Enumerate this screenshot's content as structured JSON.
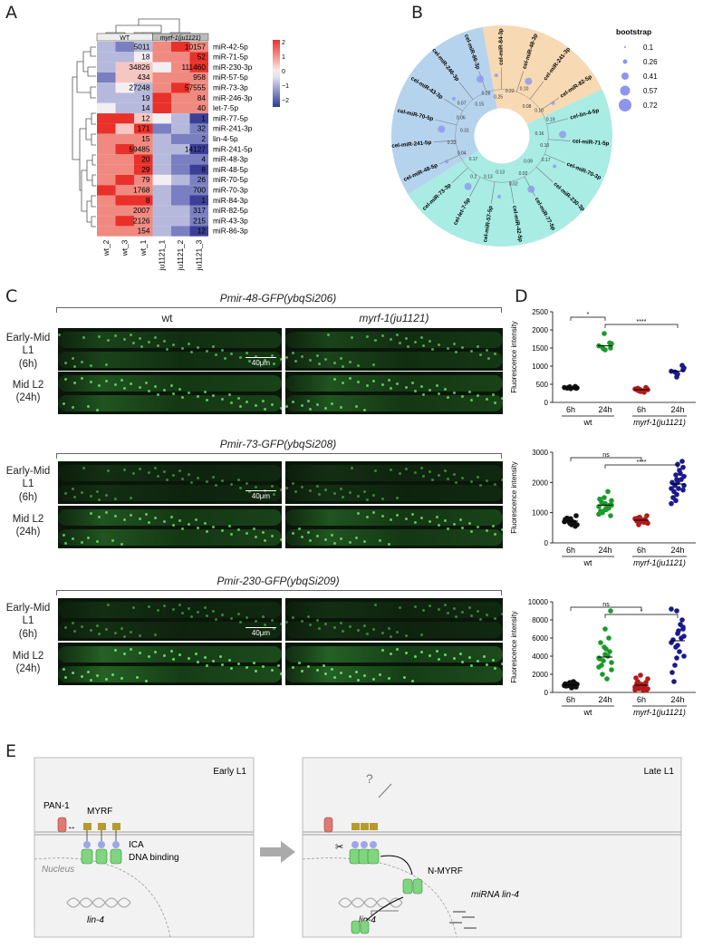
{
  "panels": {
    "a": "A",
    "b": "B",
    "c": "C",
    "d": "D",
    "e": "E"
  },
  "panelA": {
    "group_wt": "WT",
    "group_mut": "myrf-1(ju1121)",
    "legend_ticks": [
      "2",
      "1",
      "0",
      "−1",
      "−2"
    ],
    "columns": [
      "wt_2",
      "wt_3",
      "wt_1",
      "ju1121_1",
      "ju1121_2",
      "ju1121_3"
    ],
    "rows": [
      {
        "name": "miR-42-5p",
        "wt": "5011",
        "mut": "10157"
      },
      {
        "name": "miR-71-5p",
        "wt": "18",
        "mut": "52"
      },
      {
        "name": "miR-230-3p",
        "wt": "34826",
        "mut": "111460"
      },
      {
        "name": "miR-57-5p",
        "wt": "434",
        "mut": "958"
      },
      {
        "name": "miR-73-3p",
        "wt": "27248",
        "mut": "57555"
      },
      {
        "name": "miR-246-3p",
        "wt": "19",
        "mut": "84"
      },
      {
        "name": "let-7-5p",
        "wt": "14",
        "mut": "40"
      },
      {
        "name": "miR-77-5p",
        "wt": "12",
        "mut": "1"
      },
      {
        "name": "miR-241-3p",
        "wt": "171",
        "mut": "32"
      },
      {
        "name": "lin-4-5p",
        "wt": "15",
        "mut": "2"
      },
      {
        "name": "miR-241-5p",
        "wt": "59485",
        "mut": "14127"
      },
      {
        "name": "miR-48-3p",
        "wt": "20",
        "mut": "4"
      },
      {
        "name": "miR-48-5p",
        "wt": "29",
        "mut": "8"
      },
      {
        "name": "miR-70-5p",
        "wt": "79",
        "mut": "26"
      },
      {
        "name": "miR-70-3p",
        "wt": "1768",
        "mut": "700"
      },
      {
        "name": "miR-84-3p",
        "wt": "8",
        "mut": "1"
      },
      {
        "name": "miR-82-5p",
        "wt": "2007",
        "mut": "317"
      },
      {
        "name": "miR-43-3p",
        "wt": "2126",
        "mut": "215"
      },
      {
        "name": "miR-86-3p",
        "wt": "154",
        "mut": "12"
      }
    ]
  },
  "panelB": {
    "legend_title": "bootstrap",
    "legend_values": [
      "0.1",
      "0.26",
      "0.41",
      "0.57",
      "0.72"
    ],
    "leaves": [
      "cel-miR-84-3p",
      "cel-miR-48-3p",
      "cel-miR-241-3p",
      "cel-miR-82-5p",
      "cel-lin-4-5p",
      "cel-miR-71-5p",
      "cel-miR-70-3p",
      "cel-miR-230-3p",
      "cel-miR-77-5p",
      "cel-miR-42-5p",
      "cel-miR-57-5p",
      "cel-let-7-5p",
      "cel-miR-73-3p",
      "cel-miR-48-5p",
      "cel-miR-241-5p",
      "cel-miR-70-5p",
      "cel-miR-43-3p",
      "cel-miR-246-3p",
      "cel-miR-86-3p"
    ],
    "node_values": [
      "0.25",
      "0.22",
      "0.10",
      "0.08",
      "0.10",
      "0.19",
      "0.16",
      "0.10",
      "0.17",
      "0.09",
      "0.02",
      "0.02",
      "0.13",
      "0.13",
      "0.2",
      "0.17",
      "0.04",
      "0.33",
      "0.31",
      "0.06",
      "0.07",
      "0.15",
      "0.28"
    ]
  },
  "panelC": {
    "col_wt": "wt",
    "col_mut": "myrf-1(ju1121)",
    "scale_label": "40μm",
    "stages": [
      {
        "line1": "Early-Mid",
        "line2": "L1",
        "line3": "(6h)"
      },
      {
        "line1": "Mid L2",
        "line2": "(24h)"
      }
    ],
    "reporters": [
      "Pmir-48-GFP(ybqSi206)",
      "Pmir-73-GFP(ybqSi208)",
      "Pmir-230-GFP(ybqSi209)"
    ]
  },
  "chart_data": [
    {
      "type": "scatter",
      "title": "",
      "ylabel": "Fluorescence intensity",
      "ylim": [
        0,
        2500
      ],
      "yticks": [
        "0",
        "500",
        "1000",
        "1500",
        "2000",
        "2500"
      ],
      "categories": [
        "6h",
        "24h",
        "6h",
        "24h"
      ],
      "groups": [
        "wt",
        "myrf-1(ju1121)"
      ],
      "colors": [
        "#111111",
        "#1a9a2a",
        "#b31b1b",
        "#1a1a8c"
      ],
      "series": [
        {
          "values": [
            410,
            380,
            400,
            430,
            390,
            420,
            440,
            400,
            410,
            395
          ]
        },
        {
          "values": [
            1560,
            1450,
            1620,
            1900,
            1500,
            1480,
            1640,
            1520
          ]
        },
        {
          "values": [
            370,
            330,
            350,
            300,
            380,
            360,
            410,
            320,
            340,
            390,
            280,
            350
          ]
        },
        {
          "values": [
            860,
            780,
            950,
            700,
            900,
            820,
            1020,
            840
          ]
        }
      ],
      "means": [
        405,
        1560,
        350,
        860
      ],
      "significance": [
        {
          "pair": [
            0,
            1
          ],
          "label": "*"
        },
        {
          "pair": [
            1,
            3
          ],
          "label": "****"
        }
      ]
    },
    {
      "type": "scatter",
      "title": "",
      "ylabel": "Fluorescence intensity",
      "ylim": [
        0,
        3000
      ],
      "yticks": [
        "0",
        "1000",
        "2000",
        "3000"
      ],
      "categories": [
        "6h",
        "24h",
        "6h",
        "24h"
      ],
      "groups": [
        "wt",
        "myrf-1(ju1121)"
      ],
      "colors": [
        "#111111",
        "#1a9a2a",
        "#b31b1b",
        "#1a1a8c"
      ],
      "series": [
        {
          "values": [
            700,
            800,
            600,
            650,
            900,
            750,
            550,
            720,
            680,
            820,
            640,
            760,
            700,
            780,
            600
          ]
        },
        {
          "values": [
            1200,
            1100,
            1400,
            1500,
            900,
            1300,
            1250,
            1000,
            1150,
            1350,
            1700,
            1050,
            1200,
            1450,
            1100,
            950,
            1300,
            1250
          ]
        },
        {
          "values": [
            800,
            700,
            650,
            750,
            900,
            850,
            700,
            600,
            780,
            820,
            680,
            720,
            760,
            790
          ]
        },
        {
          "values": [
            1800,
            2000,
            2200,
            1600,
            2500,
            1400,
            2700,
            1900,
            2100,
            1700,
            2300,
            1500,
            2400,
            2000,
            1800,
            1300,
            2600,
            1900,
            2100,
            1750,
            2250
          ]
        }
      ],
      "means": [
        720,
        1250,
        750,
        1950
      ],
      "significance": [
        {
          "pair": [
            0,
            2
          ],
          "label": "ns"
        },
        {
          "pair": [
            1,
            3
          ],
          "label": "****"
        }
      ]
    },
    {
      "type": "scatter",
      "title": "",
      "ylabel": "Fluorescence intensity",
      "ylim": [
        0,
        10000
      ],
      "yticks": [
        "0",
        "2000",
        "4000",
        "6000",
        "8000",
        "10000"
      ],
      "categories": [
        "6h",
        "24h",
        "6h",
        "24h"
      ],
      "groups": [
        "wt",
        "myrf-1(ju1121)"
      ],
      "colors": [
        "#111111",
        "#1a9a2a",
        "#b31b1b",
        "#1a1a8c"
      ],
      "series": [
        {
          "values": [
            800,
            700,
            900,
            1100,
            600,
            750,
            1000,
            850,
            650,
            900,
            1200,
            700,
            800,
            950,
            500,
            750
          ]
        },
        {
          "values": [
            3800,
            4200,
            2500,
            5000,
            9000,
            3500,
            4500,
            2000,
            6000,
            3000,
            4000,
            5500,
            1500,
            3700,
            4800,
            2800,
            7000,
            3300
          ]
        },
        {
          "values": [
            600,
            900,
            1500,
            1900,
            300,
            700,
            1100,
            400,
            800,
            1200,
            500,
            1000,
            200,
            1600,
            700,
            300,
            900,
            400,
            600
          ]
        },
        {
          "values": [
            5500,
            6500,
            4000,
            9000,
            7000,
            5000,
            8000,
            3000,
            6000,
            1200,
            7500,
            5800,
            4500,
            2200,
            6800,
            9200,
            5200,
            6200,
            3800,
            7200
          ]
        }
      ],
      "means": [
        820,
        3900,
        800,
        5700
      ],
      "significance": [
        {
          "pair": [
            0,
            2
          ],
          "label": "ns"
        },
        {
          "pair": [
            1,
            3
          ],
          "label": "*"
        }
      ]
    }
  ],
  "panelE": {
    "left_stage": "Early L1",
    "right_stage": "Late L1",
    "pan1": "PAN-1",
    "myrf": "MYRF",
    "ica": "ICA",
    "dna_binding": "DNA binding",
    "nucleus": "Nucleus",
    "lin4": "lin-4",
    "question": "?",
    "nmyrf": "N-MYRF",
    "mirna": "miRNA lin-4"
  }
}
